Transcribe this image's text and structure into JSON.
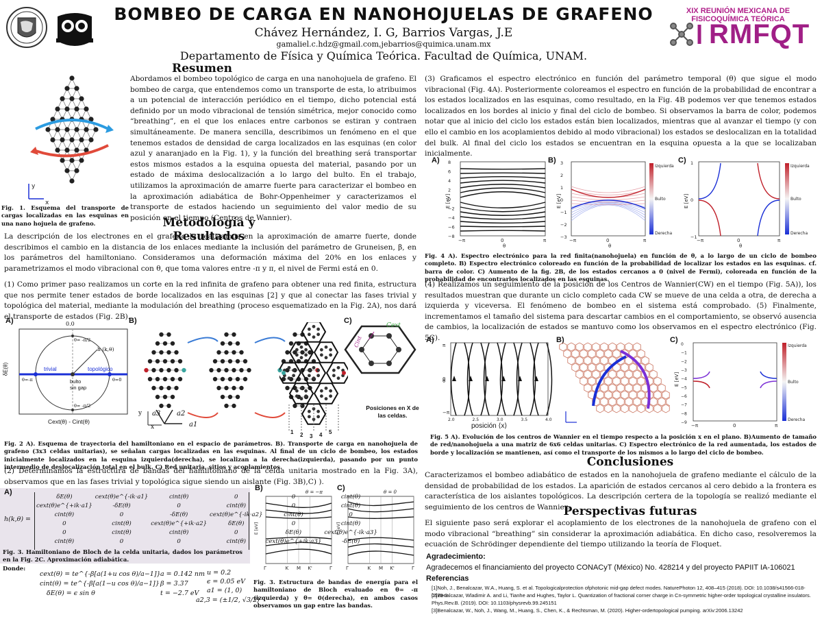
{
  "header": {
    "title": "BOMBEO DE CARGA EN NANOHOJUELAS DE GRAFENO",
    "authors": "Chávez Hernández, I. G, Barrios Vargas, J.E",
    "emails": "gamaliel.c.hdz@gmail.com,jebarrios@quimica.unam.mx",
    "department": "Departamento de Física y Química Teórica. Facultad de Química, UNAM.",
    "conference": "XIX REUNIÓN MEXICANA DE FISICOQUÍMICA TEÓRICA",
    "conference_logo": "RMFQT"
  },
  "colors": {
    "purple": "#a01f86",
    "blue": "#1a2fd6",
    "red": "#c0202a",
    "teal": "#3aa6a0",
    "dark": "#222222"
  },
  "fig1": {
    "caption": "Fig. 1. Esquema del transporte de cargas localizadas en las esquinas en una  nano hojuela de grafeno.",
    "axis_y": "y",
    "axis_x": "x"
  },
  "resumen": {
    "heading": "Resumen",
    "text": "Abordamos el bombeo topológico de carga en una nanohojuela de grafeno. El bombeo de carga, que entendemos como un transporte de esta, lo atribuimos a un potencial de interacción periódico en el tiempo, dicho potencial está definido por un modo vibracional de tensión simétrica, mejor conocido como “breathing”, en el que los enlaces entre carbonos se estiran y contraen simultáneamente. De manera sencilla, describimos un fenómeno en el que tenemos estados de densidad de carga localizados en las esquinas (en color azul y anaranjado en la Fig. 1), y la función del breathing será transportar estos mismos estados a la esquina opuesta del material, pasando por un estado de máxima deslocalización a lo largo del bulto. En el trabajo, utilizamos la aproximación de amarre fuerte para caracterizar el bombeo en la aproximación adiabática de Bohr-Oppenheimer y caracterizamos el transporte de estados haciendo un seguimiento del valor medio de su posición en el tiempo (Centros de Wannier)."
  },
  "metodologia": {
    "heading": "Metodología y Resultados",
    "p1": "La descripción de los electrones en el grafeno la realizamos en la aproximación de amarre fuerte, donde describimos el cambio en la distancia de los enlaces mediante la inclusión del parámetro de Gruneisen, β, en los parámetros del hamiltoniano. Consideramos una deformación máxima del 20% en los enlaces y parametrizamos el modo vibracional con θ, que toma valores entre -π y π, el nivel de Fermi está en 0.",
    "p2": "(1) Como primer paso realizamos un corte en la red infinita de grafeno para obtener una red finita, estructura que nos permite tener estados de borde localizados en las esquinas [2] y que al conectar las fases trivial y topológica del material, mediante la modulación del breathing (proceso esquematizado en la Fig. 2A), nos dará el transporte de estados (Fig. 2B).",
    "p3": "(2) Determinamos la estructura de bandas del hamiltoniano de la celda unitaria mostrado en la Fig. 3A), observamos que en las fases trivial y topológica sigue siendo un aislante (Fig. 3B),C) )."
  },
  "fig2": {
    "label_a": "A)",
    "label_b": "B)",
    "label_c": "C)",
    "a_top": "0.0",
    "a_hk": "h (k,θ)",
    "a_trivial": "trivial",
    "a_topo": "topológico",
    "a_gap": "bulto",
    "a_gap2": "sin gap",
    "a_theta_top": "θ= -π/2",
    "a_theta_right": "θ=0",
    "a_theta_left": "θ=-π",
    "a_theta_bot": "θ= -π/2",
    "a_ylabel": "δE(θ)",
    "a_xlabel": "Cext(θ) - Cint(θ)",
    "b_a3": "a3",
    "b_a2": "a2",
    "b_a1": "a1",
    "b_y": "y",
    "b_x": "x",
    "c_cext": "Cext",
    "c_cint": "Cint",
    "c_nums": [
      "1",
      "2",
      "3",
      "4",
      "5"
    ],
    "c_note": "Posiciones en X de las celdas.",
    "caption": "Fig. 2 A). Esquema de trayectoria del hamiltoniano en el espacio de parámetros. B). Transporte de carga en nanohojuela de grafeno (3x3 celdas unitarias), se señalan cargas localizadas en las esquinas. Al final de un ciclo de bombeo, los estados inicialmente localizados en la esquina izquierda(derecha), se localizan a la derecha(izquierda), pasando por un punto intermedio de deslocalización total en el bulk. C) Red unitaria, sitios y acoplamientos."
  },
  "fig3": {
    "label_a": "A)",
    "label_b": "B)",
    "label_c": "C)",
    "h_lhs": "h(k,θ) =",
    "matrix": [
      [
        "δE(θ)",
        "cext(θ)e^{-ik·a1}",
        "cint(θ)",
        "0",
        "0",
        "cint(θ)"
      ],
      [
        "cext(θ)e^{+ik·a1}",
        "-δE(θ)",
        "0",
        "cint(θ)",
        "0",
        "cint(θ)"
      ],
      [
        "cint(θ)",
        "0",
        "-δE(θ)",
        "cext(θ)e^{-ik·a2}",
        "cint(θ)",
        "0"
      ],
      [
        "0",
        "cint(θ)",
        "cext(θ)e^{+ik·a2}",
        "δE(θ)",
        "0",
        "cint(θ)"
      ],
      [
        "0",
        "cint(θ)",
        "cint(θ)",
        "0",
        "δE(θ)",
        "cext(θ)e^{-ik·a3}"
      ],
      [
        "cint(θ)",
        "0",
        "0",
        "cint(θ)",
        "cext(θ)e^{+ik·a3}",
        "-δE(θ)"
      ]
    ],
    "caption_a": "Fig. 3. Hamiltoniano de Bloch de la celda unitaria, dados los parámetros en la Fig. 2C. Aproximación adiabática.",
    "donde": "Donde:",
    "eq1": "cext(θ) = te^{-β[a(1+u cos θ)/a−1]}",
    "eq2": "cint(θ) = te^{-β[a(1−u cos θ)/a−1]}",
    "eq3": "δE(θ) = ϵ sin θ",
    "params": [
      "a = 0.142 nm",
      "β = 3.37",
      "t = −2.7 eV"
    ],
    "params2": [
      "u = 0.2",
      "ϵ = 0.05 eV",
      "a1 = (1, 0)",
      "a2,3 = (±1/2, √3/2)"
    ],
    "b_title": "θ = −π",
    "c_title": "θ = 0",
    "ylabel": "E [eV]",
    "kticks": [
      "Γ",
      "K",
      "M",
      "K'",
      "Γ"
    ],
    "caption_bc": "Fig. 3. Estructura de bandas de energía para el hamiltoniano de Bloch evaluado en θ= -π (izquierda) y θ= 0(derecha), en ambos casos observamos un gap entre las bandas."
  },
  "right": {
    "p_graf": "(3) Graficamos el espectro electrónico en función del parámetro temporal (θ) que sigue el modo vibracional (Fig. 4A). Posteriormente coloreamos el espectro en función de la probabilidad de encontrar a los estados localizados en las esquinas, como resultado, en la Fig. 4B podemos ver que tenemos estados localizados en los bordes al inicio y final del ciclo de bombeo. Si observamos la barra de color, podemos notar que al inicio del ciclo los estados están bien localizados, mientras que al avanzar el tiempo (y con ello el cambio en los acoplamientos debido al modo vibracional) los estados se deslocalizan en la totalidad del bulk. Al final del ciclo los  estados se encuentran en la esquina opuesta a la que se localizaban inicialmente.",
    "p_wannier": "(4) Realizamos un seguimiento de la posición de los Centros de Wannier(CW) en el tiempo (Fig. 5A)), los resultados muestran que durante un ciclo completo cada CW se mueve de una celda a otra, de derecha a izquierda y viceversa. El fenómeno de bombeo en el sistema está comprobado. (5) Finalmente, incrementamos el tamaño del sistema para descartar cambios en el comportamiento, se observó ausencia de cambios, la localización de estados se mantuvo como los observamos en el espectro electrónico (Fig. 5C)."
  },
  "fig4": {
    "label_a": "A)",
    "label_b": "B)",
    "label_c": "C)",
    "ylabel": "E [eV]",
    "xlabel": "θ",
    "cb": [
      "Izquierda",
      "Bulto",
      "Derecha"
    ],
    "a_yticks": [
      "8",
      "6",
      "4",
      "2",
      "0",
      "−2",
      "−4",
      "−6",
      "−8"
    ],
    "b_yticks": [
      "3",
      "2",
      "1",
      "0",
      "−1",
      "−2",
      "−3"
    ],
    "c_yticks": [
      "1",
      "0",
      "−1"
    ],
    "xticks": [
      "−π",
      "0",
      "π"
    ],
    "caption": "Fig. 4 A). Espectro electrónico para la red finita(nanohojuela) en función de θ, a lo largo de un ciclo de bombeo completo. B) Espectro electrónico coloreado en función de la probabilidad de localizar los estados en las esquinas. cf. barra de color. C) Aumento de la fig. 2B, de los estados cercanos a 0 (nivel de Fermi), coloreada en función de la probabilidad de encontrarlos localizados en las esquinas."
  },
  "fig5": {
    "label_a": "A)",
    "label_b": "B)",
    "label_c": "C)",
    "a_xlabel": "posición ⟨x⟩",
    "a_xticks": [
      "2.0",
      "2.5",
      "3.0",
      "3.5",
      "4.0"
    ],
    "a_yticks": [
      "π",
      "0",
      "−π"
    ],
    "a_ylabel": "θ",
    "c_ylabel": "E [eV]",
    "c_yticks": [
      "0",
      "−1",
      "−2",
      "−3",
      "−4",
      "−5",
      "−6",
      "−7",
      "−8",
      "−9"
    ],
    "cb": [
      "Izquierda",
      "Bulto",
      "Derecha"
    ],
    "caption": "Fig. 5 A). Evolución de los centros de Wannier en el tiempo respecto a la posición x en el plano. B)Aumento de tamaño de red/nanohojuela a una matriz de 6x6 celdas unitarias. C) Espectro electrónico de la red aumentada, los estados de borde y localización se mantienen, así como el transporte de los mismos a lo largo del ciclo de bombeo."
  },
  "conclusiones": {
    "heading": "Conclusiones",
    "text": "Caracterizamos el bombeo adiabático de estados en la nanohojuela de grafeno mediante el cálculo de la densidad de probabilidad de los estados. La aparición de estados cercanos al cero debido a la frontera es característica de los aislantes topológicos. La descripción certera de la topología se realizó mediante el seguimiento de los centros de Wannier."
  },
  "perspectivas": {
    "heading": "Perspectivas futuras",
    "text": "El siguiente paso será explorar el acoplamiento de los electrones de la nanohojuela de grafeno con el modo vibracional “breathing” sin considerar la aproximación adiabática. En dicho caso, resolveremos la ecuación de Schrödinger dependiente del tiempo utilizando la teoría de Floquet."
  },
  "agradecimiento": {
    "heading": "Agradecimiento:",
    "text": "Agradecemos el financiamiento del proyecto CONACyT (México) No. 428214 y del proyecto PAPIIT IA-106021"
  },
  "referencias": {
    "heading": "Referencias",
    "items": [
      "[1]Noh, J., Benalcazar, W.A., Huang, S. et al. Topologicalprotection ofphotonic mid-gap defect modes. NaturePhoton 12, 408–415 (2018).  DOI: 10.1038/s41566-018-0179-3",
      "[2]Benalcazar, Wladimir A. and Li, Tianhe and Hughes, Taylor L. Quantization of fractional corner charge in Cn-symmetric higher-order topological crystalline insulators. Phys.Rev.B. (2019). DOI: 10.1103/physrevb.99.245151",
      "[3]Benalcazar, W., Noh, J., Wang, M., Huang, S., Chen, K., & Rechtsman, M. (2020). Higher-ordertopological pumping.  arXiv:2006.13242"
    ]
  }
}
